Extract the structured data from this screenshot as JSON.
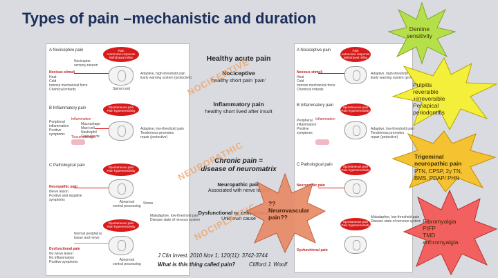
{
  "title": "Types of pain –mechanistic and duration",
  "diagram_left": {
    "sec_a": "A  Nociceptive pain",
    "sec_b": "B  Inflammatory pain",
    "sec_c": "C  Pathological pain",
    "noxious": "Noxious stimuli",
    "noxious_list": "Heat\nCold\nIntense mechanical force\nChemical irritants",
    "pain_oval_a": "Pain\nAutonomic response\nWithdrawal reflex",
    "nociceptor": "Nociceptor\nsensory neuron",
    "adaptive_a": "Adaptive, high-threshold pain\nEarly warning system (protective)",
    "spinal": "Spinal cord",
    "peripheral": "Peripheral\ninflammation\nPositive\nsymptoms",
    "inflammation": "Inflammation",
    "inflam_list": "Macrophage\nMast cell\nNeutrophil\nGranulocyte",
    "tissue_damage": "Tissue damage",
    "oval_b": "Spontaneous pain\nPain hypersensitivity",
    "adaptive_b": "Adaptive, low-threshold pain\nTenderness promotes\nrepair (protective)",
    "oval_c1": "Spontaneous pain\nPain hypersensitivity",
    "neuropathic": "Neuropathic pain",
    "neuro_list": "Nerve lesion\nPositive and negative\nsymptoms",
    "dysfunctional": "Dysfunctional pain",
    "dys_list": "No nerve lesion\nNo inflammation\nPositive symptoms",
    "normal": "Normal peripheral\ntissue and nerve",
    "stress": "Stress",
    "abnormal": "Abnormal\ncentral processing",
    "maladaptive": "Maladaptive, low-threshold pain\nDisease state of nervous system"
  },
  "center": {
    "healthy_acute": "Healthy acute pain",
    "nociceptive_h": "Nociceptive",
    "nociceptive_d": "healthy short pain 'pain'",
    "inflammatory_h": "Inflammatory pain",
    "inflammatory_d": "healthy short lived after insult",
    "chronic_1": "Chronic pain =",
    "chronic_2": "disease of neuromatrix",
    "neuropathic_h": "Neuropathic pain",
    "neuropathic_d": "Associated with nerve lesion",
    "dysfunctional_h": "Dysfunctional or centralised",
    "dysfunctional_d": "Unknown cause"
  },
  "watermarks": {
    "nociceptive": "NOCICEPTIVE",
    "neuropathic": "NEUROPATHIC",
    "nociplastic": "NOCIPLASTIC"
  },
  "citation": {
    "line1": "J Clin Invest. 2010 Nov 1; 120(11): 3742-3744",
    "line2": "What is this thing called pain?",
    "author": "Clifford J. Woolf"
  },
  "stars": {
    "dentine": "Dentine\nsensitivity",
    "pulpitis": "Pulpitis\nreversible\n+irreversible\nPeriapical\nperiodontitis",
    "trigeminal_h": "Trigeminal\nneuropathic pain",
    "trigeminal_d": "PTN, CPSP, 2y TN,\nBMS, PDAP/ PHN",
    "fibro": "Fibromyalgia\nPIFP\nTMD\narthromyalgia",
    "neurovascular": "??\nNeurovascular\npain??"
  },
  "colors": {
    "title": "#1c2f5a",
    "star_green": "#b6e04a",
    "star_yellow": "#f3ef3a",
    "star_orange": "#f5c232",
    "star_red": "#f26060",
    "star_salmon": "#e98a66",
    "watermark": "#f0a060"
  }
}
